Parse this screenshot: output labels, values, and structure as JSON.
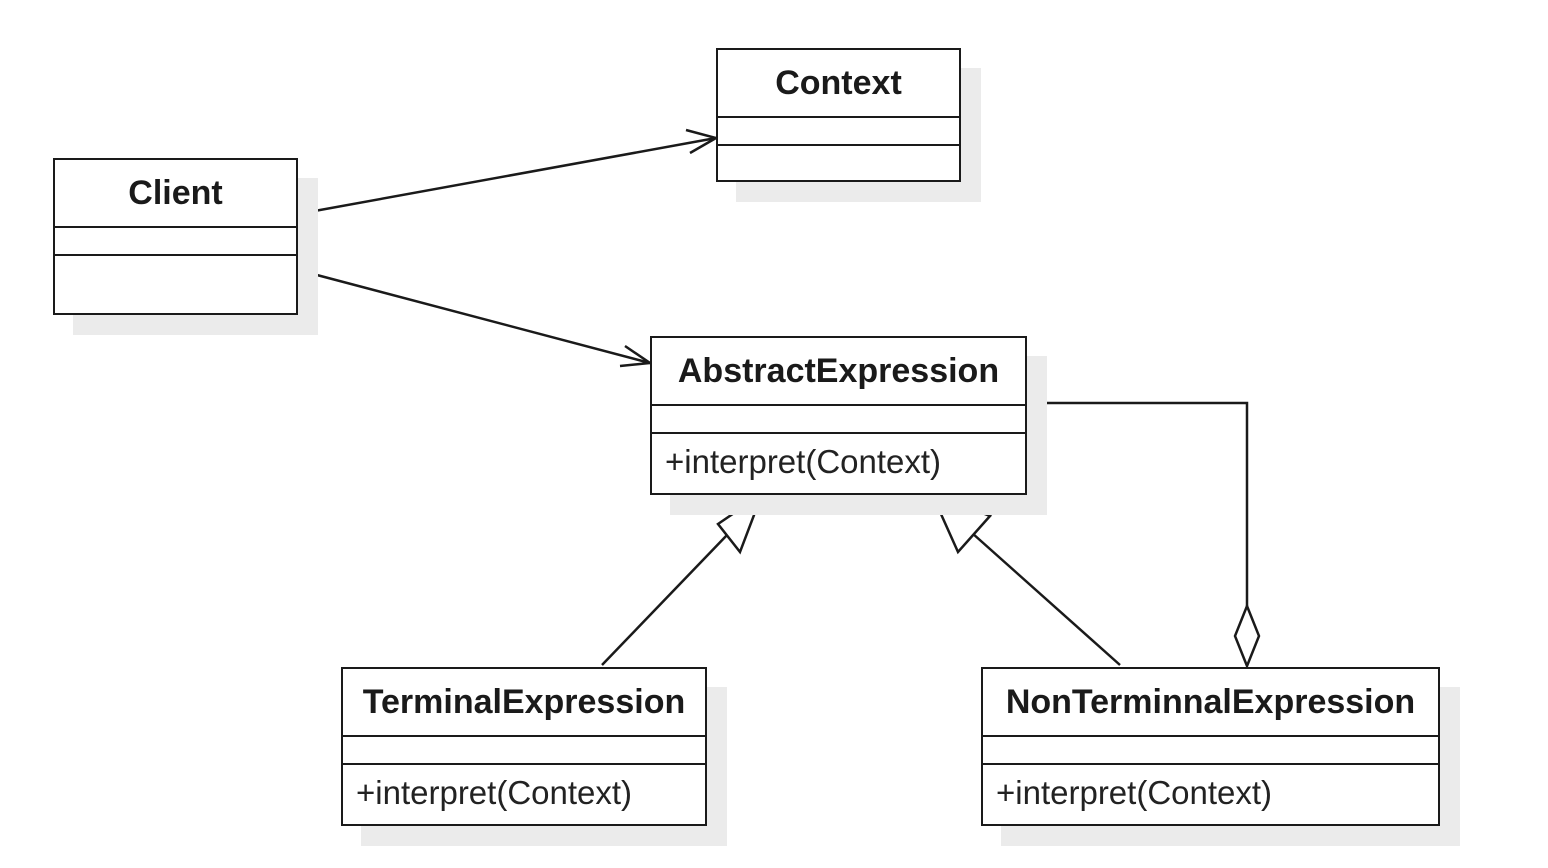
{
  "classes": {
    "client": {
      "name": "Client",
      "operations": []
    },
    "context": {
      "name": "Context",
      "operations": []
    },
    "abstract_expression": {
      "name": "AbstractExpression",
      "operations": [
        "+interpret(Context)"
      ]
    },
    "terminal_expression": {
      "name": "TerminalExpression",
      "operations": [
        "+interpret(Context)"
      ]
    },
    "nonterminal_expression": {
      "name": "NonTerminnalExpression",
      "operations": [
        "+interpret(Context)"
      ]
    }
  },
  "relationships": [
    {
      "type": "association",
      "from": "Client",
      "to": "Context"
    },
    {
      "type": "association",
      "from": "Client",
      "to": "AbstractExpression"
    },
    {
      "type": "generalization",
      "from": "TerminalExpression",
      "to": "AbstractExpression"
    },
    {
      "type": "generalization",
      "from": "NonTerminnalExpression",
      "to": "AbstractExpression"
    },
    {
      "type": "aggregation",
      "from": "AbstractExpression",
      "to": "NonTerminnalExpression"
    }
  ],
  "colors": {
    "line": "#1a1a1a",
    "shadow": "#ebebeb",
    "background": "#ffffff"
  }
}
